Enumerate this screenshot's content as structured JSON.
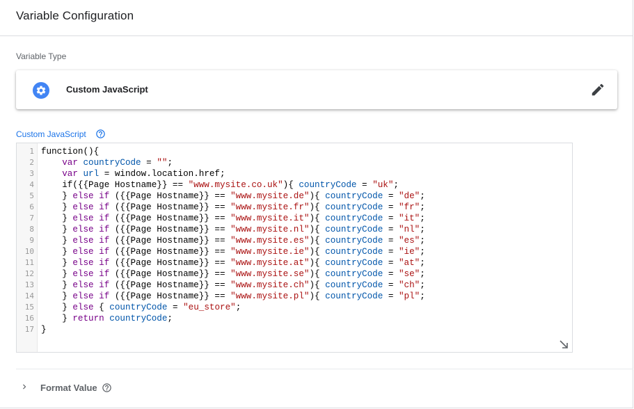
{
  "header": {
    "title": "Variable Configuration"
  },
  "variable_type": {
    "section_label": "Variable Type",
    "type_name": "Custom JavaScript",
    "icon": "gear-icon",
    "edit_icon": "pencil-icon",
    "accent_color": "#4285f4"
  },
  "code_editor": {
    "label": "Custom JavaScript",
    "label_color": "#1a73e8",
    "help_icon": "help-circle-icon",
    "line_numbers": [
      "1",
      "2",
      "3",
      "4",
      "5",
      "6",
      "7",
      "8",
      "9",
      "10",
      "11",
      "12",
      "13",
      "14",
      "15",
      "16",
      "17"
    ]
  },
  "format_value": {
    "label": "Format Value",
    "chevron_icon": "chevron-right-icon",
    "help_icon": "help-circle-icon"
  }
}
